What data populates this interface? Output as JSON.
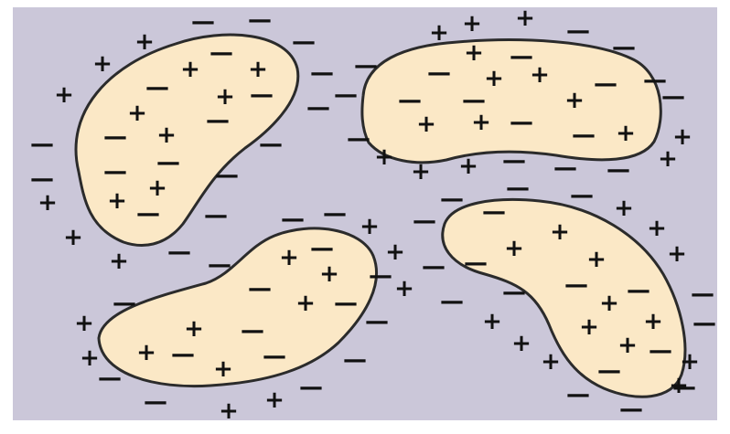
{
  "colors": {
    "background": "#cbc7d9",
    "particle_fill": "#fbe8c6",
    "particle_outline": "#2b2b2b",
    "charge_text": "#111111"
  },
  "symbols": {
    "positive": "+",
    "negative": "—"
  },
  "particles": [
    {
      "name": "particle-top-left"
    },
    {
      "name": "particle-top-right"
    },
    {
      "name": "particle-bottom-left"
    },
    {
      "name": "particle-bottom-right"
    }
  ]
}
